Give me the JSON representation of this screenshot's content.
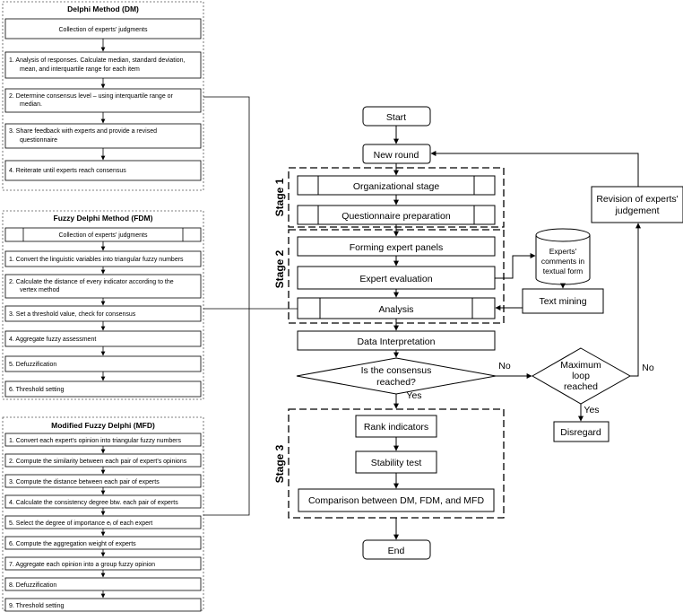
{
  "dm": {
    "title": "Delphi Method (DM)",
    "header": "Collection of experts' judgments",
    "steps": [
      [
        "1.   Analysis of responses. Calculate median, standard deviation,",
        "mean, and interquartile range for each item"
      ],
      [
        "2.   Determine consensus level – using interquartile range or",
        "median."
      ],
      [
        "3.   Share feedback with experts and provide a revised",
        "questionnaire"
      ],
      [
        "4.   Reiterate until experts reach consensus"
      ]
    ]
  },
  "fdm": {
    "title": "Fuzzy Delphi Method (FDM)",
    "header": "Collection of experts' judgments",
    "steps": [
      [
        "1.   Convert the linguistic variables into triangular fuzzy numbers"
      ],
      [
        "2.   Calculate the distance of every indicator according to the",
        "vertex method"
      ],
      [
        "3.   Set a threshold value, check for consensus"
      ],
      [
        "4.   Aggregate fuzzy assessment"
      ],
      [
        "5.   Defuzzification"
      ],
      [
        "6.   Threshold setting"
      ]
    ]
  },
  "mfd": {
    "title": "Modified Fuzzy Delphi (MFD)",
    "steps": [
      "1.  Convert each expert's opinion into triangular fuzzy numbers",
      "2.  Compute the similarity between each pair of expert's opinions",
      "3.  Compute the distance between each pair of experts",
      "4.  Calculate the consistency degree btw. each pair of experts",
      "5.  Select the degree of importance eᵢ of each expert",
      "6.  Compute the aggregation weight of experts",
      "7.  Aggregate each opinion into a group fuzzy opinion",
      "8.  Defuzzification",
      "9.  Threshold setting"
    ]
  },
  "flow": {
    "start": "Start",
    "new_round": "New round",
    "stage1": "Stage 1",
    "organizational": "Organizational stage",
    "questionnaire": "Questionnaire preparation",
    "stage2": "Stage 2",
    "forming": "Forming expert panels",
    "evaluation": "Expert evaluation",
    "analysis": "Analysis",
    "comments": [
      "Experts'",
      "comments in",
      "textual form"
    ],
    "text_mining": "Text mining",
    "data_interp": "Data Interpretation",
    "consensus": [
      "Is the consensus",
      "reached?"
    ],
    "no1": "No",
    "yes1": "Yes",
    "max_loop": [
      "Maximum",
      "loop",
      "reached"
    ],
    "no2": "No",
    "yes2": "Yes",
    "revision": [
      "Revision of experts'",
      "judgement"
    ],
    "disregard": "Disregard",
    "stage3": "Stage 3",
    "rank": "Rank indicators",
    "stability": "Stability test",
    "comparison": "Comparison between DM, FDM, and MFD",
    "end": "End"
  }
}
